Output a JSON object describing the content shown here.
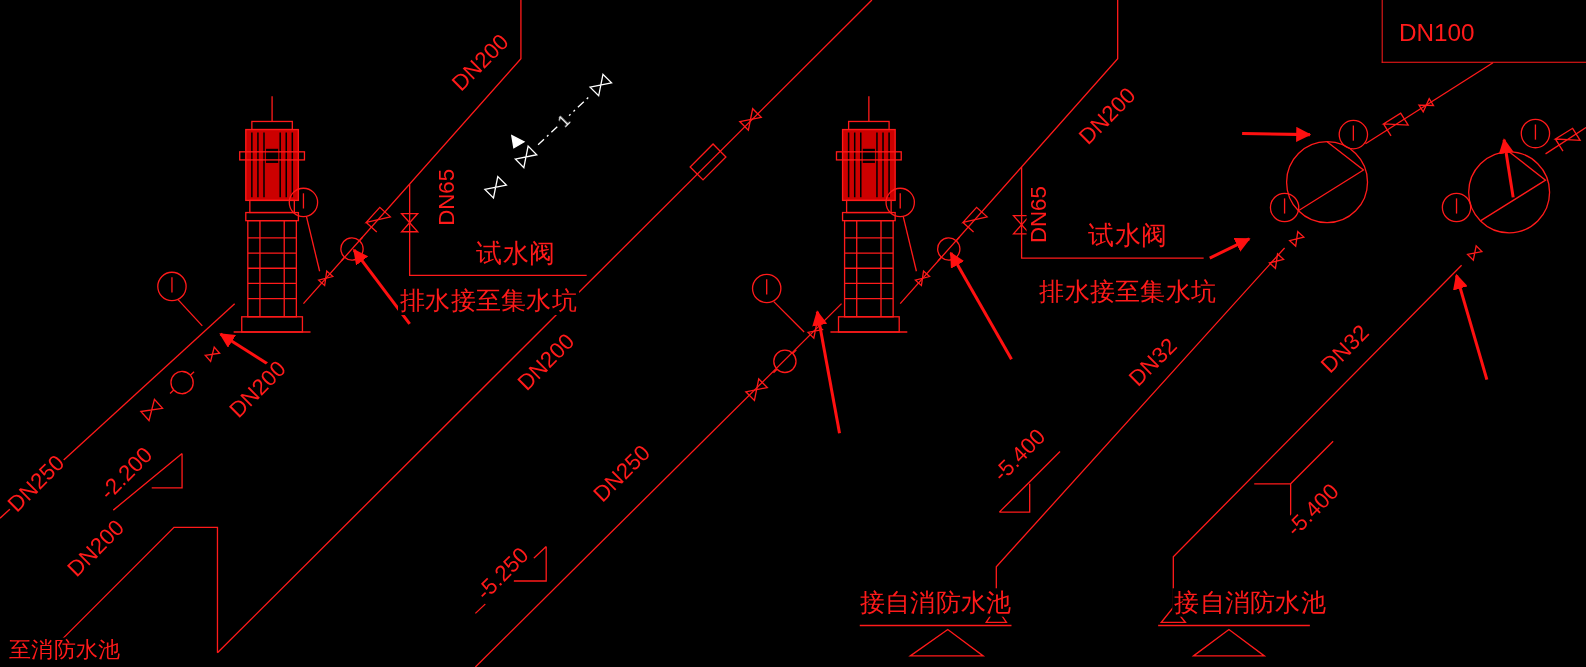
{
  "diagram": {
    "nodes": [
      {
        "text": [
          "DN100"
        ]
      }
    ],
    "labels": [
      "DN200",
      "1",
      "DN65",
      "试水阀",
      "排水接至集水坑",
      "DN200",
      "DN65",
      "试水阀",
      "排水接至集水坑",
      "DN200",
      "DN200",
      "DN32",
      "DN32",
      "DN250",
      "-2.200",
      "DN250",
      "-5.400",
      "-5.400",
      "DN200",
      "-5.250",
      "接自消防水池",
      "接自消防水池",
      "至消防水池"
    ]
  }
}
